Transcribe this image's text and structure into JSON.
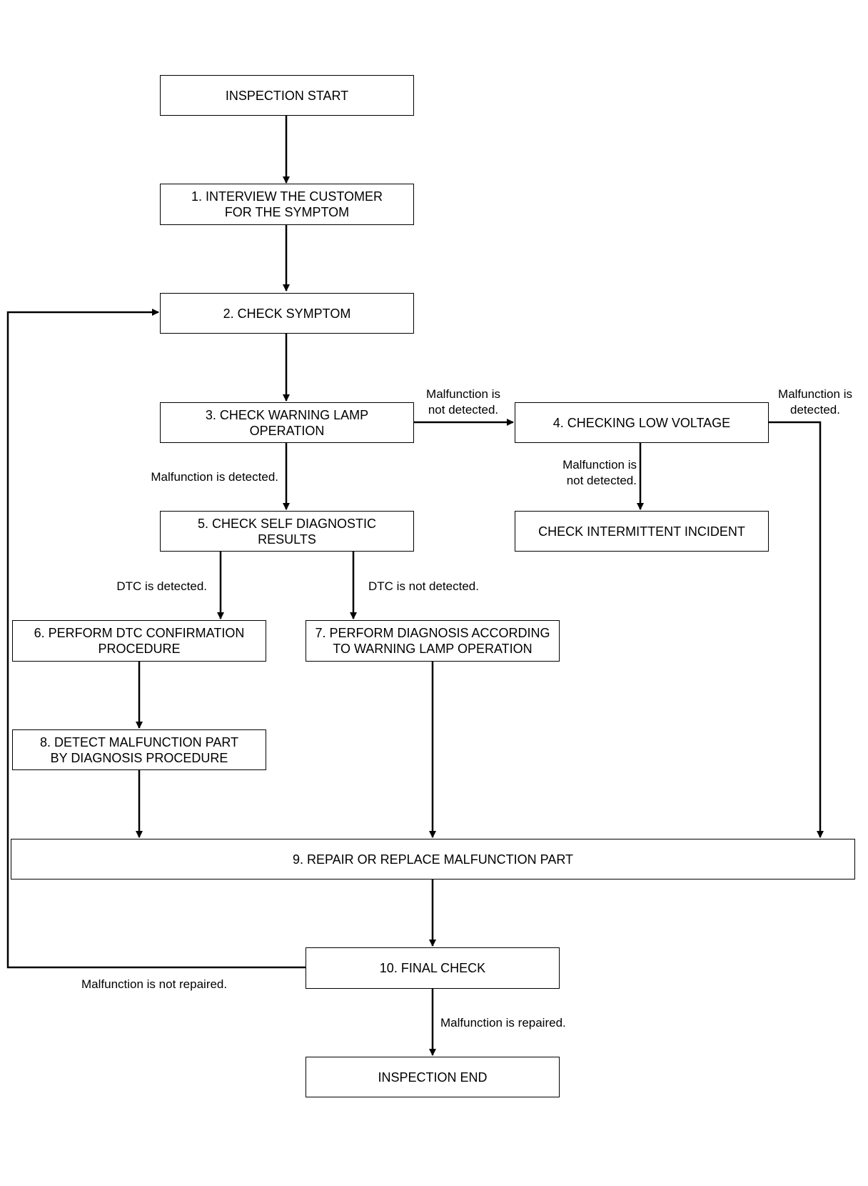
{
  "boxes": {
    "start": "INSPECTION START",
    "step1": "1. INTERVIEW THE CUSTOMER\nFOR THE SYMPTOM",
    "step2": "2. CHECK SYMPTOM",
    "step3": "3. CHECK WARNING LAMP\nOPERATION",
    "step4": "4. CHECKING LOW VOLTAGE",
    "intermittent": "CHECK INTERMITTENT INCIDENT",
    "step5": "5. CHECK SELF DIAGNOSTIC\nRESULTS",
    "step6": "6. PERFORM DTC CONFIRMATION\nPROCEDURE",
    "step7": "7. PERFORM DIAGNOSIS ACCORDING\nTO WARNING LAMP OPERATION",
    "step8": "8. DETECT MALFUNCTION PART\nBY DIAGNOSIS PROCEDURE",
    "step9": "9. REPAIR OR REPLACE MALFUNCTION PART",
    "step10": "10. FINAL CHECK",
    "end": "INSPECTION END"
  },
  "labels": {
    "s3_not_detected": "Malfunction is\nnot detected.",
    "s4_detected": "Malfunction is\ndetected.",
    "s4_not_detected": "Malfunction is\nnot detected.",
    "s3_detected": "Malfunction is detected.",
    "dtc_detected": "DTC is detected.",
    "dtc_not_detected": "DTC is not detected.",
    "not_repaired": "Malfunction is not repaired.",
    "repaired": "Malfunction is repaired."
  }
}
